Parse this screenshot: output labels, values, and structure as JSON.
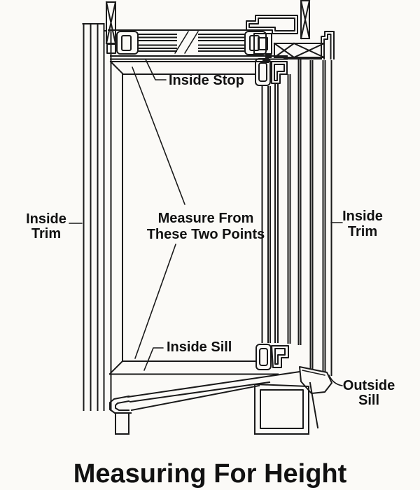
{
  "diagram": {
    "title": "Measuring For Height",
    "labels": {
      "inside_stop": "Inside Stop",
      "measure_line1": "Measure From",
      "measure_line2": "These Two Points",
      "inside_sill": "Inside Sill",
      "trim_left_line1": "Inside",
      "trim_left_line2": "Trim",
      "trim_right_line1": "Inside",
      "trim_right_line2": "Trim",
      "outside_sill_line1": "Outside",
      "outside_sill_line2": "Sill"
    },
    "colors": {
      "line": "#1a1a1a",
      "background": "#fbfaf7",
      "text": "#111111"
    }
  }
}
